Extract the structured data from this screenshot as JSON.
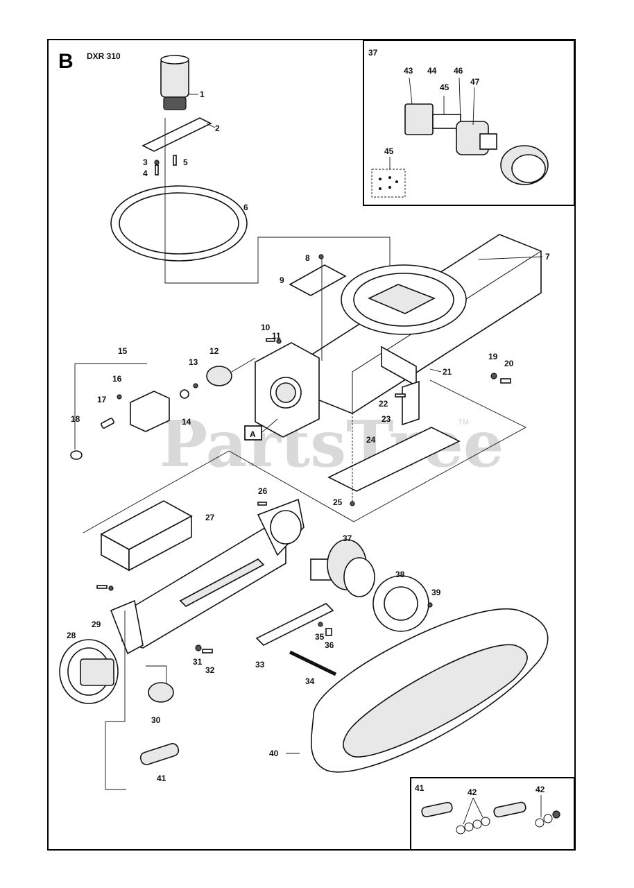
{
  "section_letter": "B",
  "model": "DXR 310",
  "watermark": "PartsTree",
  "watermark_mark": "TM",
  "detail_marker": "A",
  "inset_top": {
    "title": "37",
    "labels": [
      "43",
      "44",
      "45",
      "46",
      "47",
      "45"
    ]
  },
  "inset_bottom": {
    "title": "41",
    "labels": [
      "42",
      "42"
    ]
  },
  "callouts": [
    "1",
    "2",
    "3",
    "4",
    "5",
    "6",
    "7",
    "8",
    "9",
    "10",
    "11",
    "12",
    "13",
    "14",
    "15",
    "16",
    "17",
    "18",
    "19",
    "20",
    "21",
    "22",
    "23",
    "24",
    "25",
    "26",
    "27",
    "28",
    "29",
    "30",
    "31",
    "32",
    "33",
    "34",
    "35",
    "36",
    "37",
    "38",
    "39",
    "40",
    "41"
  ]
}
